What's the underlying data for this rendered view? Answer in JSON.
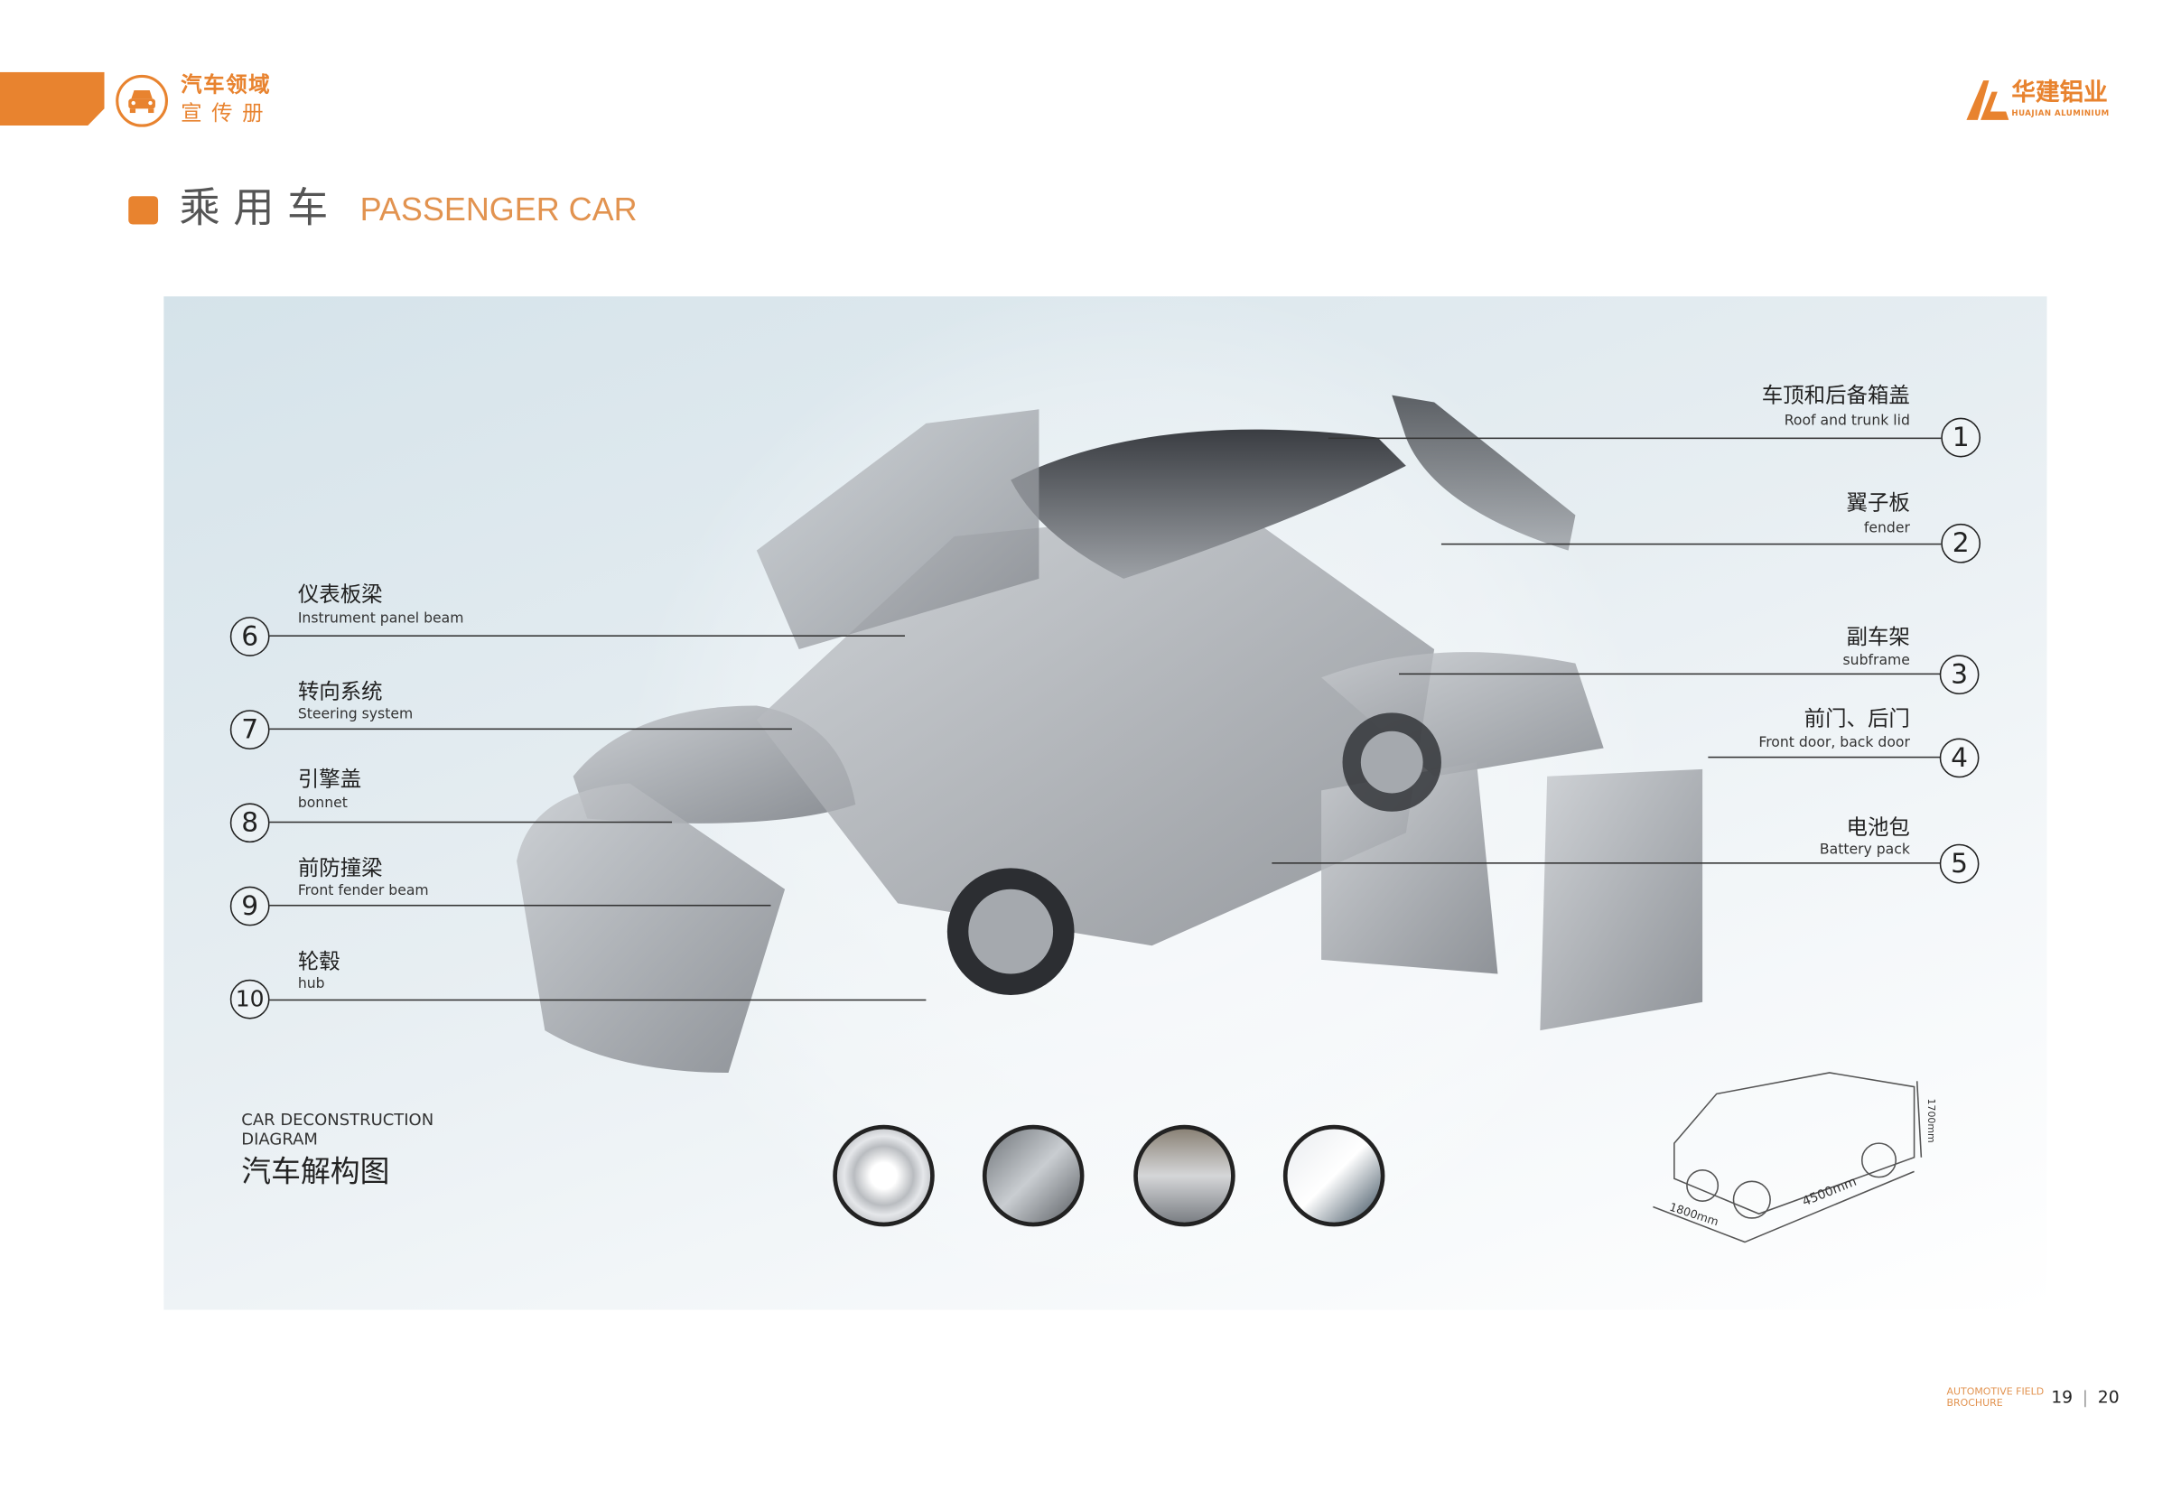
{
  "header": {
    "brand_line1": "汽车领域",
    "brand_line2": "宣 传 册",
    "icon": "car-icon",
    "logo_cn": "华建铝业",
    "logo_en": "HUAJIAN ALUMINIUM"
  },
  "section": {
    "title_cn": "乘 用 车",
    "title_en": "PASSENGER CAR"
  },
  "diagram": {
    "parts_right": [
      {
        "num": "1",
        "cn": "车顶和后备箱盖",
        "en": "Roof and trunk lid"
      },
      {
        "num": "2",
        "cn": "翼子板",
        "en": "fender"
      },
      {
        "num": "3",
        "cn": "副车架",
        "en": "subframe"
      },
      {
        "num": "4",
        "cn": "前门、后门",
        "en": "Front door, back door"
      },
      {
        "num": "5",
        "cn": "电池包",
        "en": "Battery pack"
      }
    ],
    "parts_left": [
      {
        "num": "6",
        "cn": "仪表板梁",
        "en": "Instrument panel beam"
      },
      {
        "num": "7",
        "cn": "转向系统",
        "en": "Steering system"
      },
      {
        "num": "8",
        "cn": "引擎盖",
        "en": "bonnet"
      },
      {
        "num": "9",
        "cn": "前防撞梁",
        "en": "Front fender beam"
      },
      {
        "num": "10",
        "cn": "轮毂",
        "en": "hub"
      }
    ],
    "caption_en_1": "CAR DECONSTRUCTION",
    "caption_en_2": "DIAGRAM",
    "caption_cn": "汽车解构图",
    "dimensions": {
      "length": "4500mm",
      "width": "1800mm",
      "height": "1700mm"
    }
  },
  "footer": {
    "line1": "AUTOMOTIVE FIELD",
    "line2": "BROCHURE",
    "page_left": "19",
    "page_right": "20"
  },
  "colors": {
    "accent": "#e8832f",
    "title": "#555555"
  }
}
